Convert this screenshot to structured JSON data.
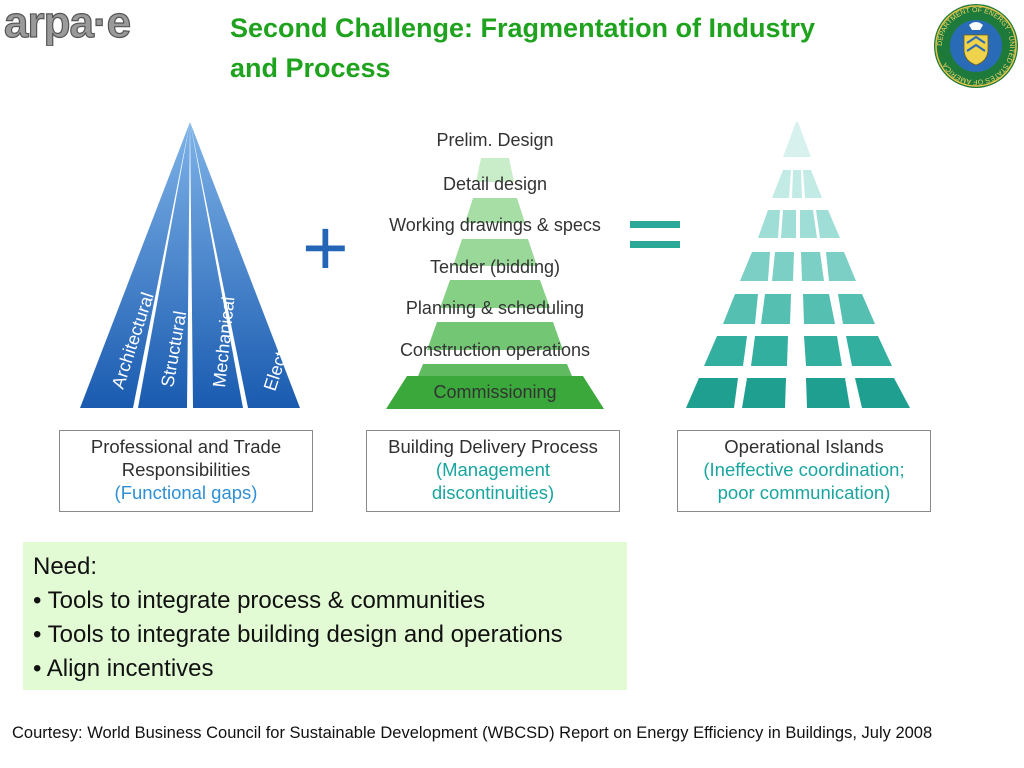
{
  "logo": {
    "text": "arpa·e"
  },
  "seal": {
    "text": "DEPARTMENT OF ENERGY · UNITED STATES OF AMERICA"
  },
  "title": {
    "line1": "Second Challenge: Fragmentation of Industry",
    "line2": "and Process"
  },
  "triangle_blue": {
    "labels": [
      "Architectural",
      "Structural",
      "Mechanical",
      "Electrical"
    ]
  },
  "triangle_green": {
    "steps": [
      "Prelim. Design",
      "Detail design",
      "Working drawings & specs",
      "Tender (bidding)",
      "Planning & scheduling",
      "Construction operations",
      "Commissioning"
    ]
  },
  "operators": {
    "plus": "+",
    "equals": "="
  },
  "boxes": [
    {
      "line1": "Professional and Trade",
      "line2": "Responsibilities",
      "highlight": [
        "(Functional gaps)"
      ]
    },
    {
      "line1": "Building Delivery Process",
      "line2": "",
      "highlight": [
        "(Management",
        "discontinuities)"
      ]
    },
    {
      "line1": "Operational Islands",
      "line2": "",
      "highlight": [
        "(Ineffective coordination;",
        "poor communication)"
      ]
    }
  ],
  "needs": {
    "heading": "Need:",
    "items": [
      "• Tools to integrate process & communities",
      "• Tools to integrate building design and operations",
      "• Align incentives"
    ]
  },
  "courtesy": "Courtesy: World Business Council for Sustainable Development (WBCSD) Report on Energy Efficiency in Buildings, July 2008",
  "colors": {
    "title": "#1fa31f",
    "blue": "#1e63b5",
    "green": "#5cc45c",
    "teal": "#2aa898",
    "needs_bg": "#e2fbd5",
    "highlight_blue": "#2f8fd6",
    "highlight_teal": "#1aa5a0"
  }
}
